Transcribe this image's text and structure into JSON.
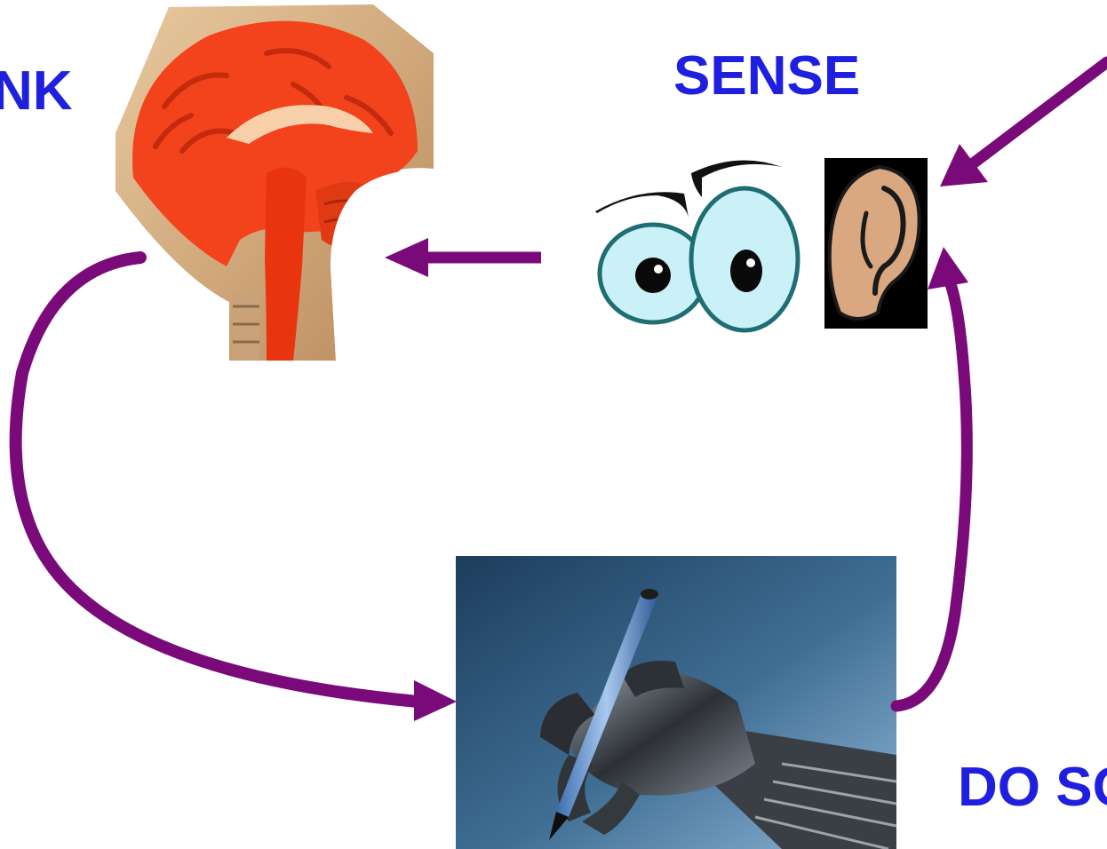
{
  "labels": {
    "think": "NK",
    "sense": "SENSE",
    "do": "DO SO"
  },
  "colors": {
    "label": "#1f1fe0",
    "arrow": "#7a0a7a",
    "eye_fill": "#c9f1f7",
    "eye_outline": "#1e6e74",
    "ear_fill": "#d9a880",
    "brain_red": "#f2431c",
    "sky_dark": "#1d3d5c",
    "sky_light": "#6f9cc2"
  },
  "icons": [
    "brain-icon",
    "eyes-icon",
    "ear-icon",
    "robot-hand-icon"
  ]
}
